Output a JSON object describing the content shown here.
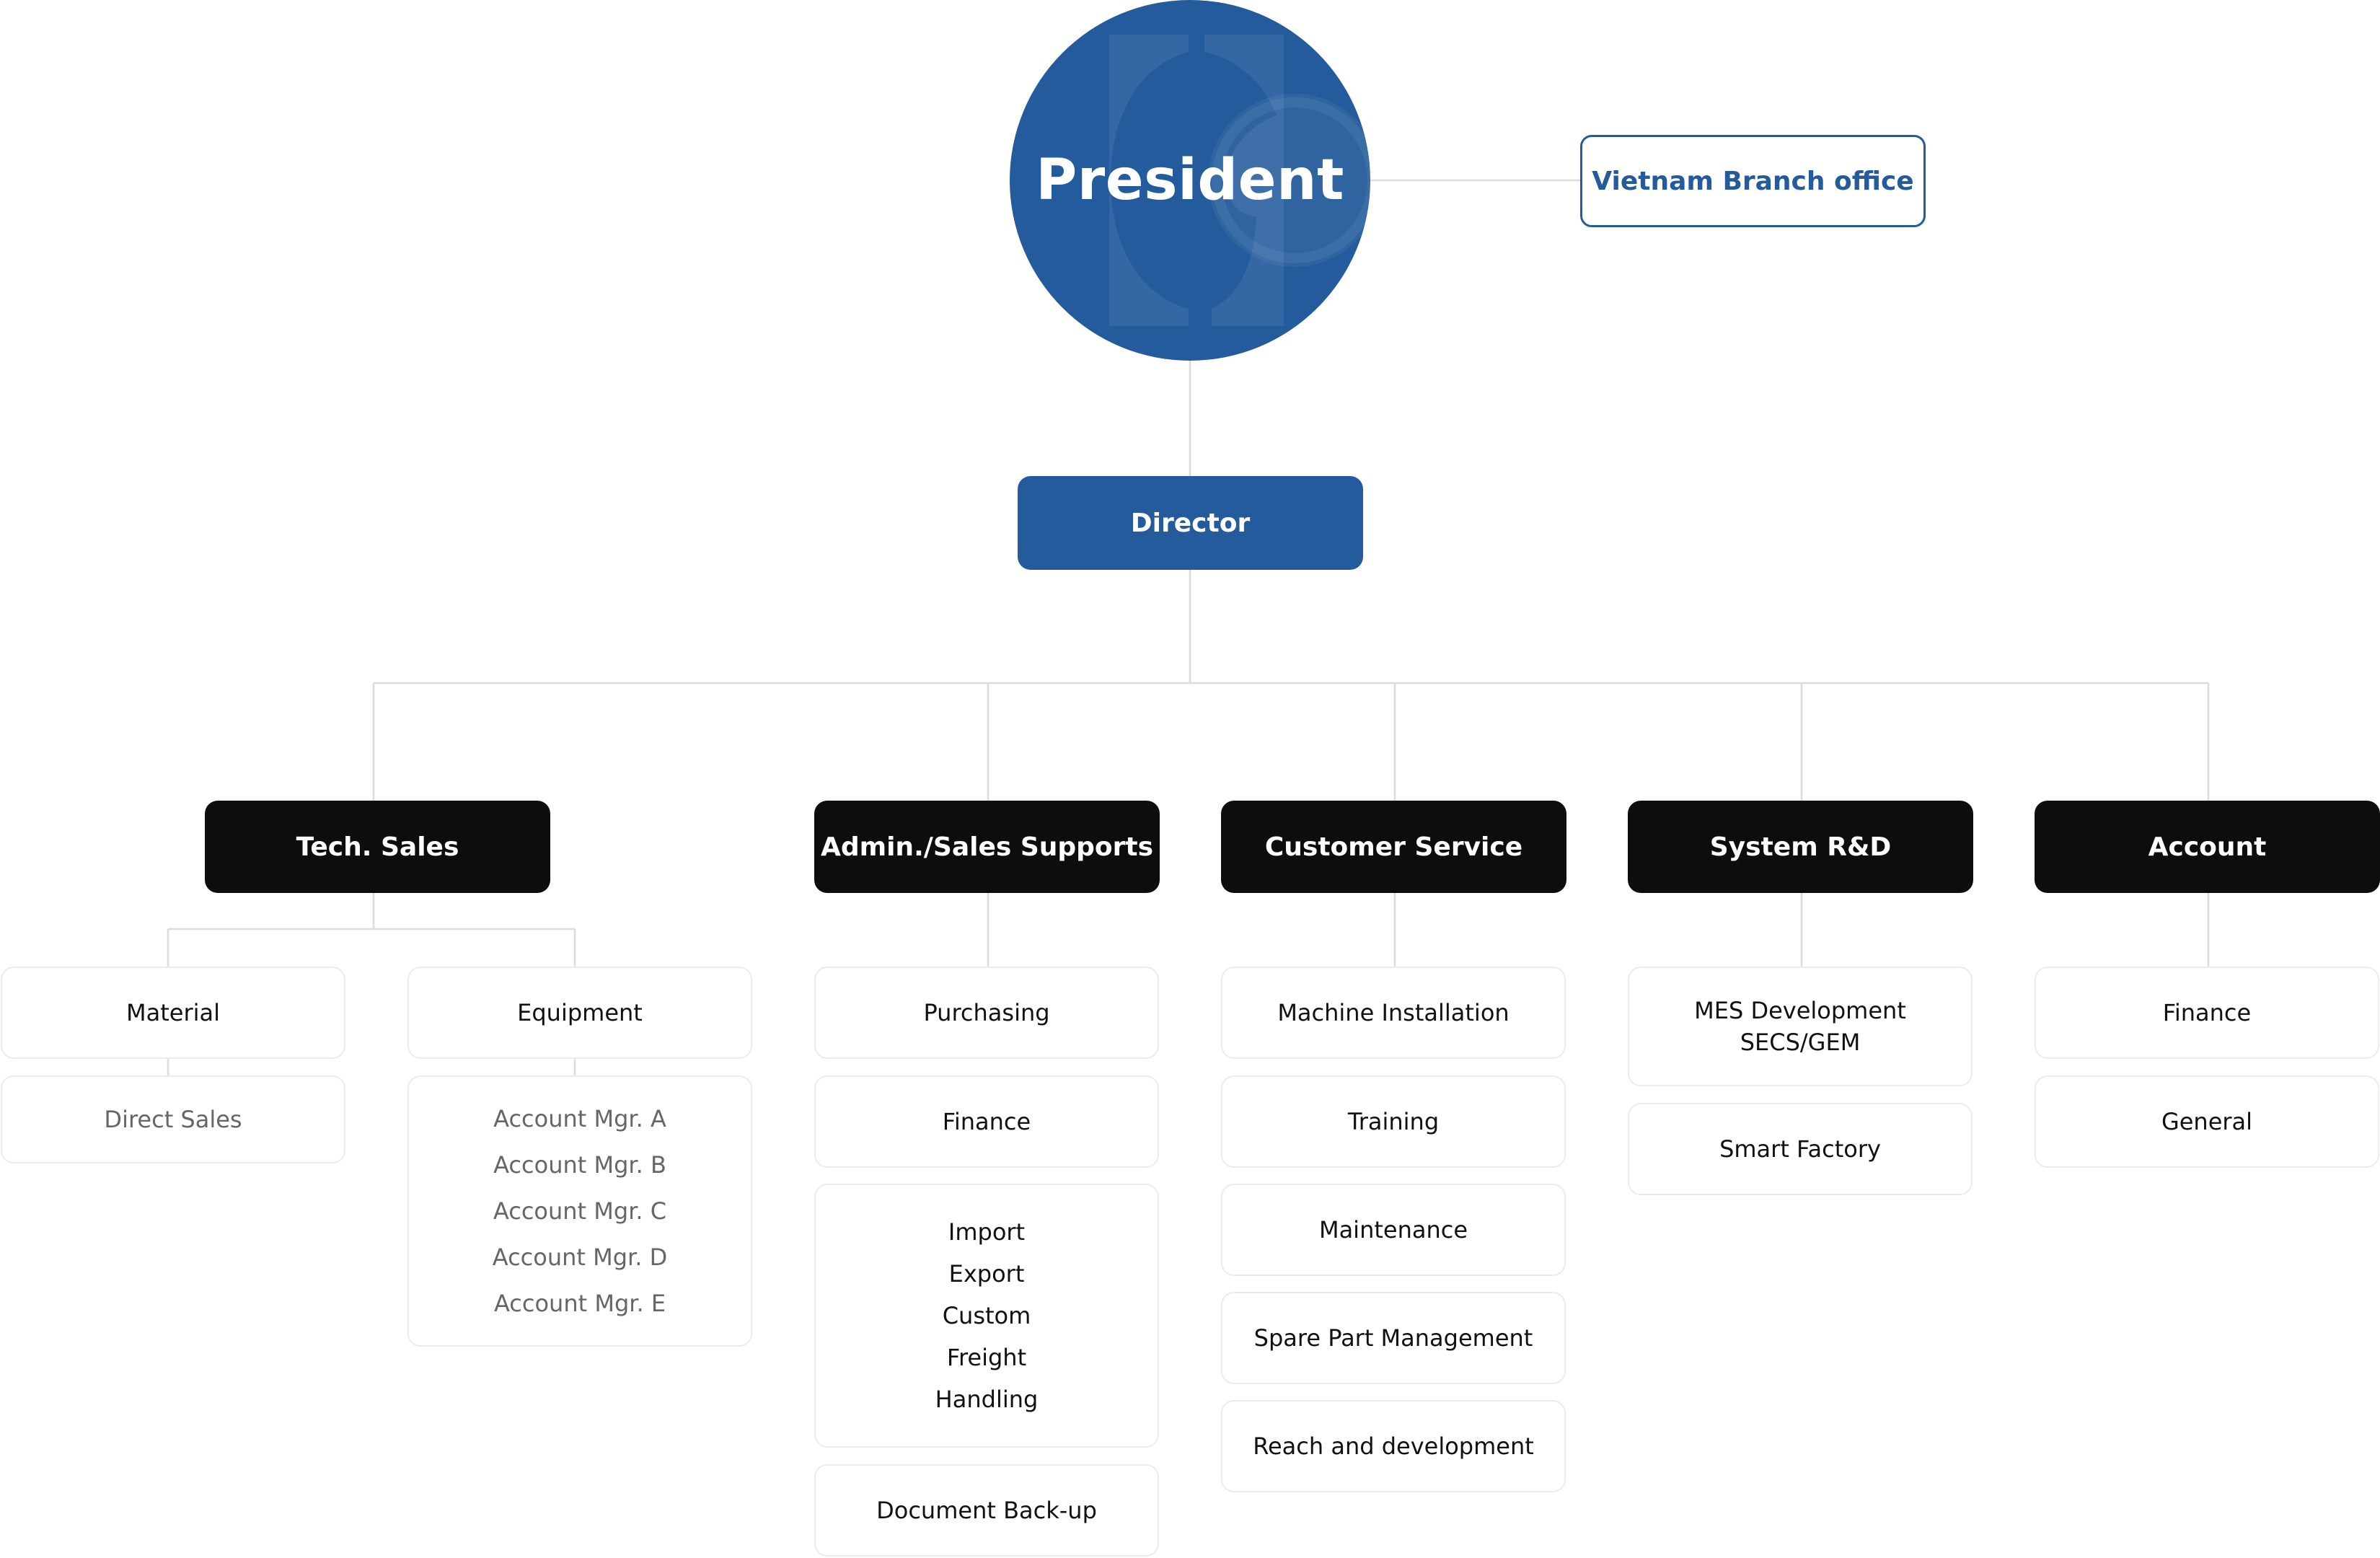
{
  "president": {
    "title": "President"
  },
  "branch": {
    "label": "Vietnam Branch office"
  },
  "director": {
    "label": "Director"
  },
  "departments": [
    {
      "name": "Tech. Sales",
      "groups": [
        {
          "label": "Material",
          "items": [
            {
              "lines": [
                "Direct Sales"
              ]
            }
          ]
        },
        {
          "label": "Equipment",
          "items": [
            {
              "lines": [
                "Account Mgr. A",
                "Account Mgr. B",
                "Account Mgr. C",
                "Account Mgr. D",
                "Account Mgr. E"
              ]
            }
          ]
        }
      ]
    },
    {
      "name": "Admin./Sales Supports",
      "items": [
        {
          "lines": [
            "Purchasing"
          ]
        },
        {
          "lines": [
            "Finance"
          ]
        },
        {
          "lines": [
            "Import",
            "Export",
            "Custom",
            "Freight",
            "Handling"
          ]
        },
        {
          "lines": [
            "Document Back-up"
          ]
        }
      ]
    },
    {
      "name": "Customer Service",
      "items": [
        {
          "lines": [
            "Machine Installation"
          ]
        },
        {
          "lines": [
            "Training"
          ]
        },
        {
          "lines": [
            "Maintenance"
          ]
        },
        {
          "lines": [
            "Spare Part Management"
          ]
        },
        {
          "lines": [
            "Reach and development"
          ]
        }
      ]
    },
    {
      "name": "System R&D",
      "items": [
        {
          "lines": [
            "MES Development",
            "SECS/GEM"
          ]
        },
        {
          "lines": [
            "Smart Factory"
          ]
        }
      ]
    },
    {
      "name": "Account",
      "items": [
        {
          "lines": [
            "Finance"
          ]
        },
        {
          "lines": [
            "General"
          ]
        }
      ]
    }
  ],
  "colors": {
    "brand_blue": "#235b9c",
    "dept_black": "#0d0d0d",
    "connector": "#dcdcdc",
    "box_border": "#ececec",
    "muted_text": "#666666"
  }
}
